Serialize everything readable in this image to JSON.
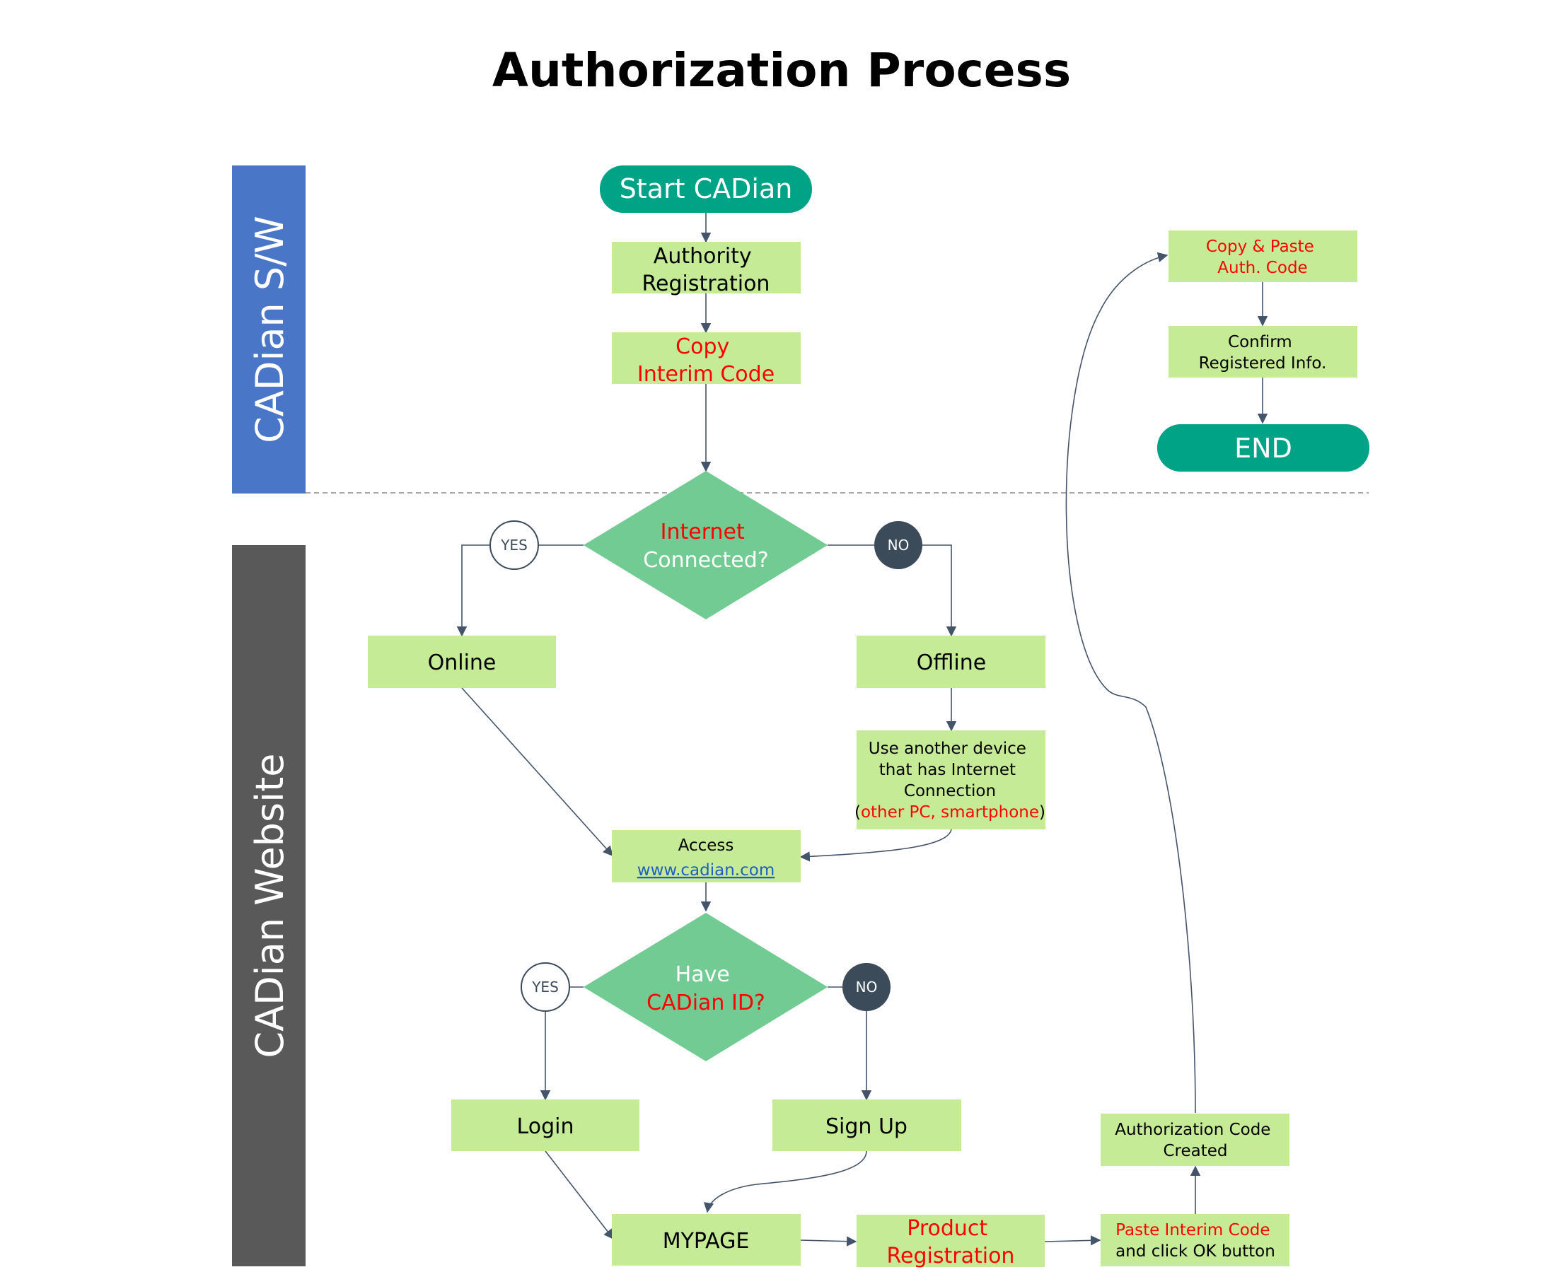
{
  "title": "Authorization Process",
  "lanes": {
    "software": "CADian S/W",
    "website": "CADian Website"
  },
  "nodes": {
    "start": "Start CADian",
    "authority_registration": [
      "Authority",
      "Registration"
    ],
    "copy_interim_code": [
      "Copy",
      "Interim Code"
    ],
    "internet_connected": [
      "Internet",
      "Connected?"
    ],
    "online": "Online",
    "offline": "Offline",
    "use_another_device": {
      "lines": [
        "Use another device",
        "that has Internet",
        "Connection"
      ],
      "paren_open": "(",
      "paren_note": "other PC, smartphone",
      "paren_close": ")"
    },
    "access": {
      "label": "Access",
      "link": "www.cadian.com"
    },
    "have_cadian_id": [
      "Have",
      "CADian ID?"
    ],
    "login": "Login",
    "sign_up": "Sign Up",
    "mypage": "MYPAGE",
    "product_registration": [
      "Product",
      "Registration"
    ],
    "paste_interim_code": [
      "Paste Interim Code",
      "and click OK button"
    ],
    "authorization_code_created": [
      "Authorization Code",
      "Created"
    ],
    "copy_paste_auth_code": [
      "Copy & Paste",
      "Auth. Code"
    ],
    "confirm_registered_info": [
      "Confirm",
      "Registered Info."
    ],
    "end": "END"
  },
  "decisions": {
    "yes": "YES",
    "no": "NO"
  },
  "colors": {
    "lane_software": "#4a76c7",
    "lane_website": "#595959",
    "terminal": "#00a385",
    "process_box": "#c6eb96",
    "decision": "#72cb92",
    "no_circle": "#3b4b5a",
    "highlight_text": "#ff0000",
    "connector": "#44546a"
  }
}
